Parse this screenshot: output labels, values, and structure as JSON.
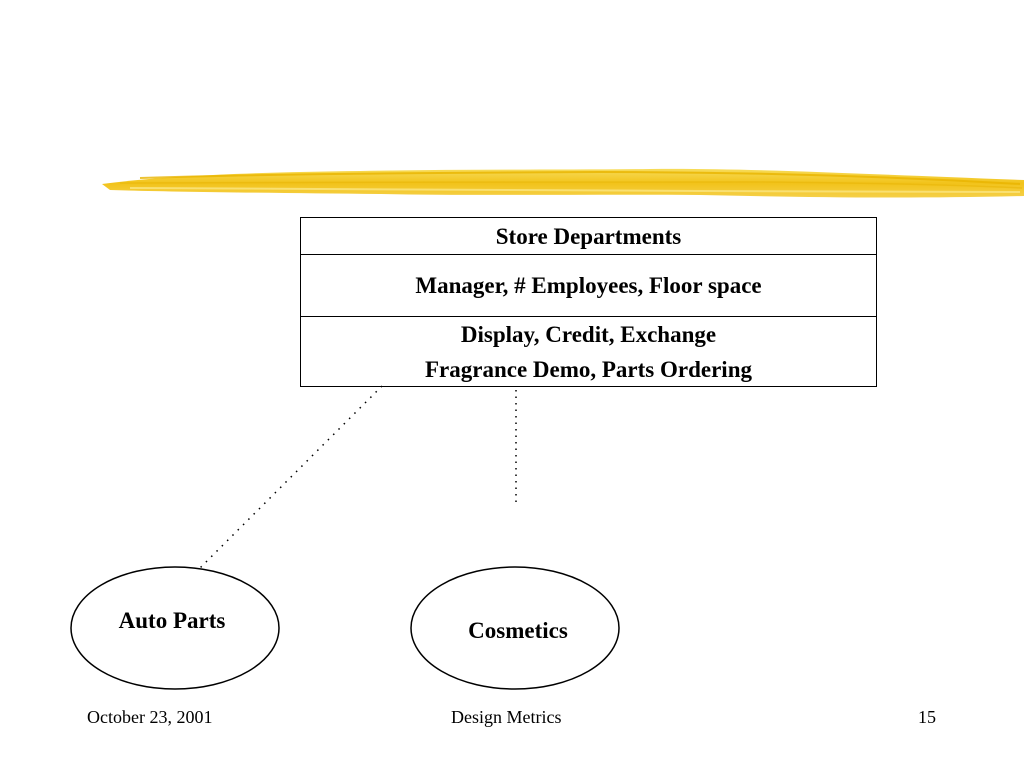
{
  "slide": {
    "accent_color": "#f2c31a",
    "class_box": {
      "title": "Store Departments",
      "attributes": "Manager, # Employees, Floor space",
      "operations_line1": "Display, Credit, Exchange",
      "operations_line2": "Fragrance Demo, Parts Ordering"
    },
    "subclasses": [
      {
        "label": "Auto Parts"
      },
      {
        "label": "Cosmetics"
      }
    ],
    "footer": {
      "date": "October 23, 2001",
      "title": "Design Metrics",
      "page": "15"
    }
  }
}
